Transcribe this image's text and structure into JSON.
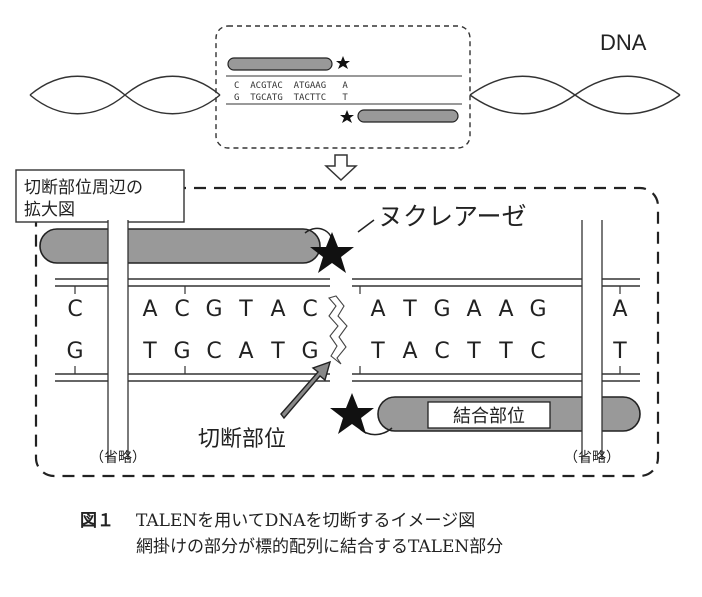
{
  "title_dna": "DNA",
  "zoom_label": [
    "切断部位周辺の",
    "拡大図"
  ],
  "nuclease_label": "ヌクレアーゼ",
  "binding_label": "結合部位",
  "cut_label": "切断部位",
  "omit_label": "（省略）",
  "top_strand": [
    "C",
    "A",
    "C",
    "G",
    "T",
    "A",
    "C",
    "A",
    "T",
    "G",
    "A",
    "A",
    "G",
    "A"
  ],
  "bottom_strand": [
    "G",
    "T",
    "G",
    "C",
    "A",
    "T",
    "G",
    "T",
    "A",
    "C",
    "T",
    "T",
    "C",
    "T"
  ],
  "mini_top": "C  ACGTAC  ATGAAG   A",
  "mini_bottom": "G  TGCATG  TACTTC   T",
  "caption": {
    "number": "図１",
    "line1": "TALENを用いてDNAを切断するイメージ図",
    "line2": "網掛けの部分が標的配列に結合するTALEN部分"
  },
  "colors": {
    "talen_fill": "#999999",
    "stroke": "#222222"
  }
}
